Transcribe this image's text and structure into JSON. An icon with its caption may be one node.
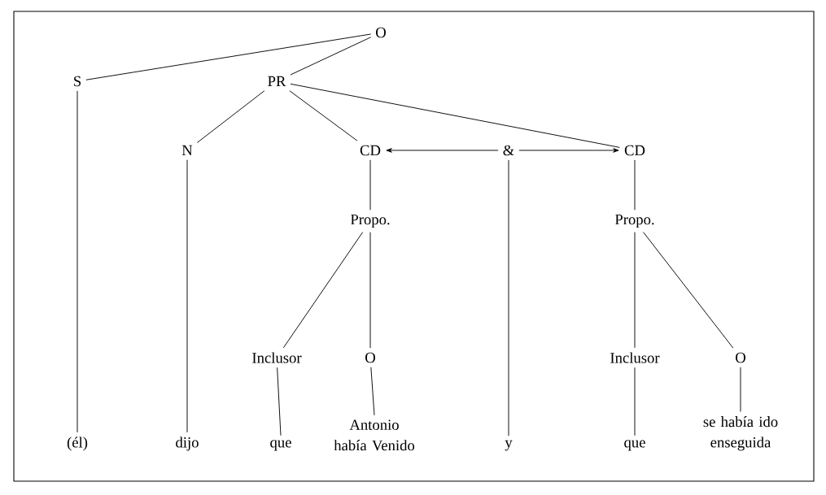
{
  "diagram": {
    "nodes": [
      {
        "text": [
          "O"
        ]
      },
      {
        "text": [
          "S"
        ]
      },
      {
        "text": [
          "PR"
        ]
      },
      {
        "text": [
          "N"
        ]
      },
      {
        "text": [
          "CD"
        ]
      },
      {
        "text": [
          "&"
        ]
      },
      {
        "text": [
          "CD"
        ]
      },
      {
        "text": [
          "Propo."
        ]
      },
      {
        "text": [
          "Propo."
        ]
      },
      {
        "text": [
          "Inclusor"
        ]
      },
      {
        "text": [
          "O"
        ]
      },
      {
        "text": [
          "Inclusor"
        ]
      },
      {
        "text": [
          "O"
        ]
      },
      {
        "text": [
          "(él)"
        ]
      },
      {
        "text": [
          "dijo"
        ]
      },
      {
        "text": [
          "que"
        ]
      },
      {
        "text": [
          "Antonio había Venido"
        ]
      },
      {
        "text": [
          "y"
        ]
      },
      {
        "text": [
          "que"
        ]
      },
      {
        "text": [
          "se había ido enseguida"
        ]
      }
    ],
    "edges": [
      {
        "from": 0,
        "to": 1,
        "arrow": "none"
      },
      {
        "from": 0,
        "to": 2,
        "arrow": "none"
      },
      {
        "from": 1,
        "to": 13,
        "arrow": "none"
      },
      {
        "from": 2,
        "to": 3,
        "arrow": "none"
      },
      {
        "from": 2,
        "to": 4,
        "arrow": "none"
      },
      {
        "from": 2,
        "to": 6,
        "arrow": "none"
      },
      {
        "from": 3,
        "to": 14,
        "arrow": "none"
      },
      {
        "from": 4,
        "to": 7,
        "arrow": "none"
      },
      {
        "from": 5,
        "to": 4,
        "arrow": "to"
      },
      {
        "from": 5,
        "to": 6,
        "arrow": "to"
      },
      {
        "from": 5,
        "to": 17,
        "arrow": "none"
      },
      {
        "from": 6,
        "to": 8,
        "arrow": "none"
      },
      {
        "from": 7,
        "to": 9,
        "arrow": "none"
      },
      {
        "from": 7,
        "to": 10,
        "arrow": "none"
      },
      {
        "from": 8,
        "to": 11,
        "arrow": "none"
      },
      {
        "from": 8,
        "to": 12,
        "arrow": "none"
      },
      {
        "from": 9,
        "to": 15,
        "arrow": "none"
      },
      {
        "from": 10,
        "to": 16,
        "arrow": "none"
      },
      {
        "from": 11,
        "to": 18,
        "arrow": "none"
      },
      {
        "from": 12,
        "to": 19,
        "arrow": "none"
      }
    ]
  }
}
